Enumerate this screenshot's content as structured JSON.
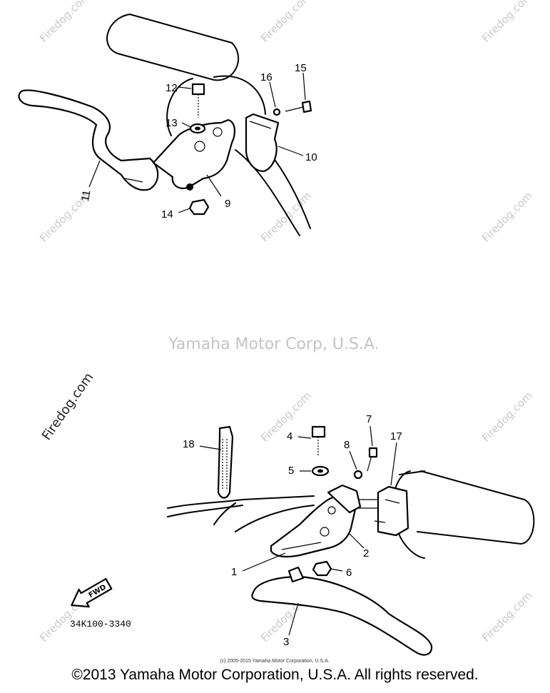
{
  "watermark": {
    "site": "Firedog.com",
    "corp": "Yamaha Motor Corp, U.S.A."
  },
  "callouts_top": [
    "12",
    "13",
    "16",
    "15",
    "10",
    "11",
    "9",
    "14"
  ],
  "callouts_bottom": [
    "18",
    "4",
    "7",
    "8",
    "17",
    "5",
    "2",
    "1",
    "6",
    "3"
  ],
  "arrow_label": "FWD",
  "diagram_code": "34K100-3340",
  "small_copyright": "(c) 2005-2015 Yamaha Motor Corporation, U.S.A.",
  "footer": "©2013 Yamaha Motor Corporation, U.S.A. All rights reserved."
}
